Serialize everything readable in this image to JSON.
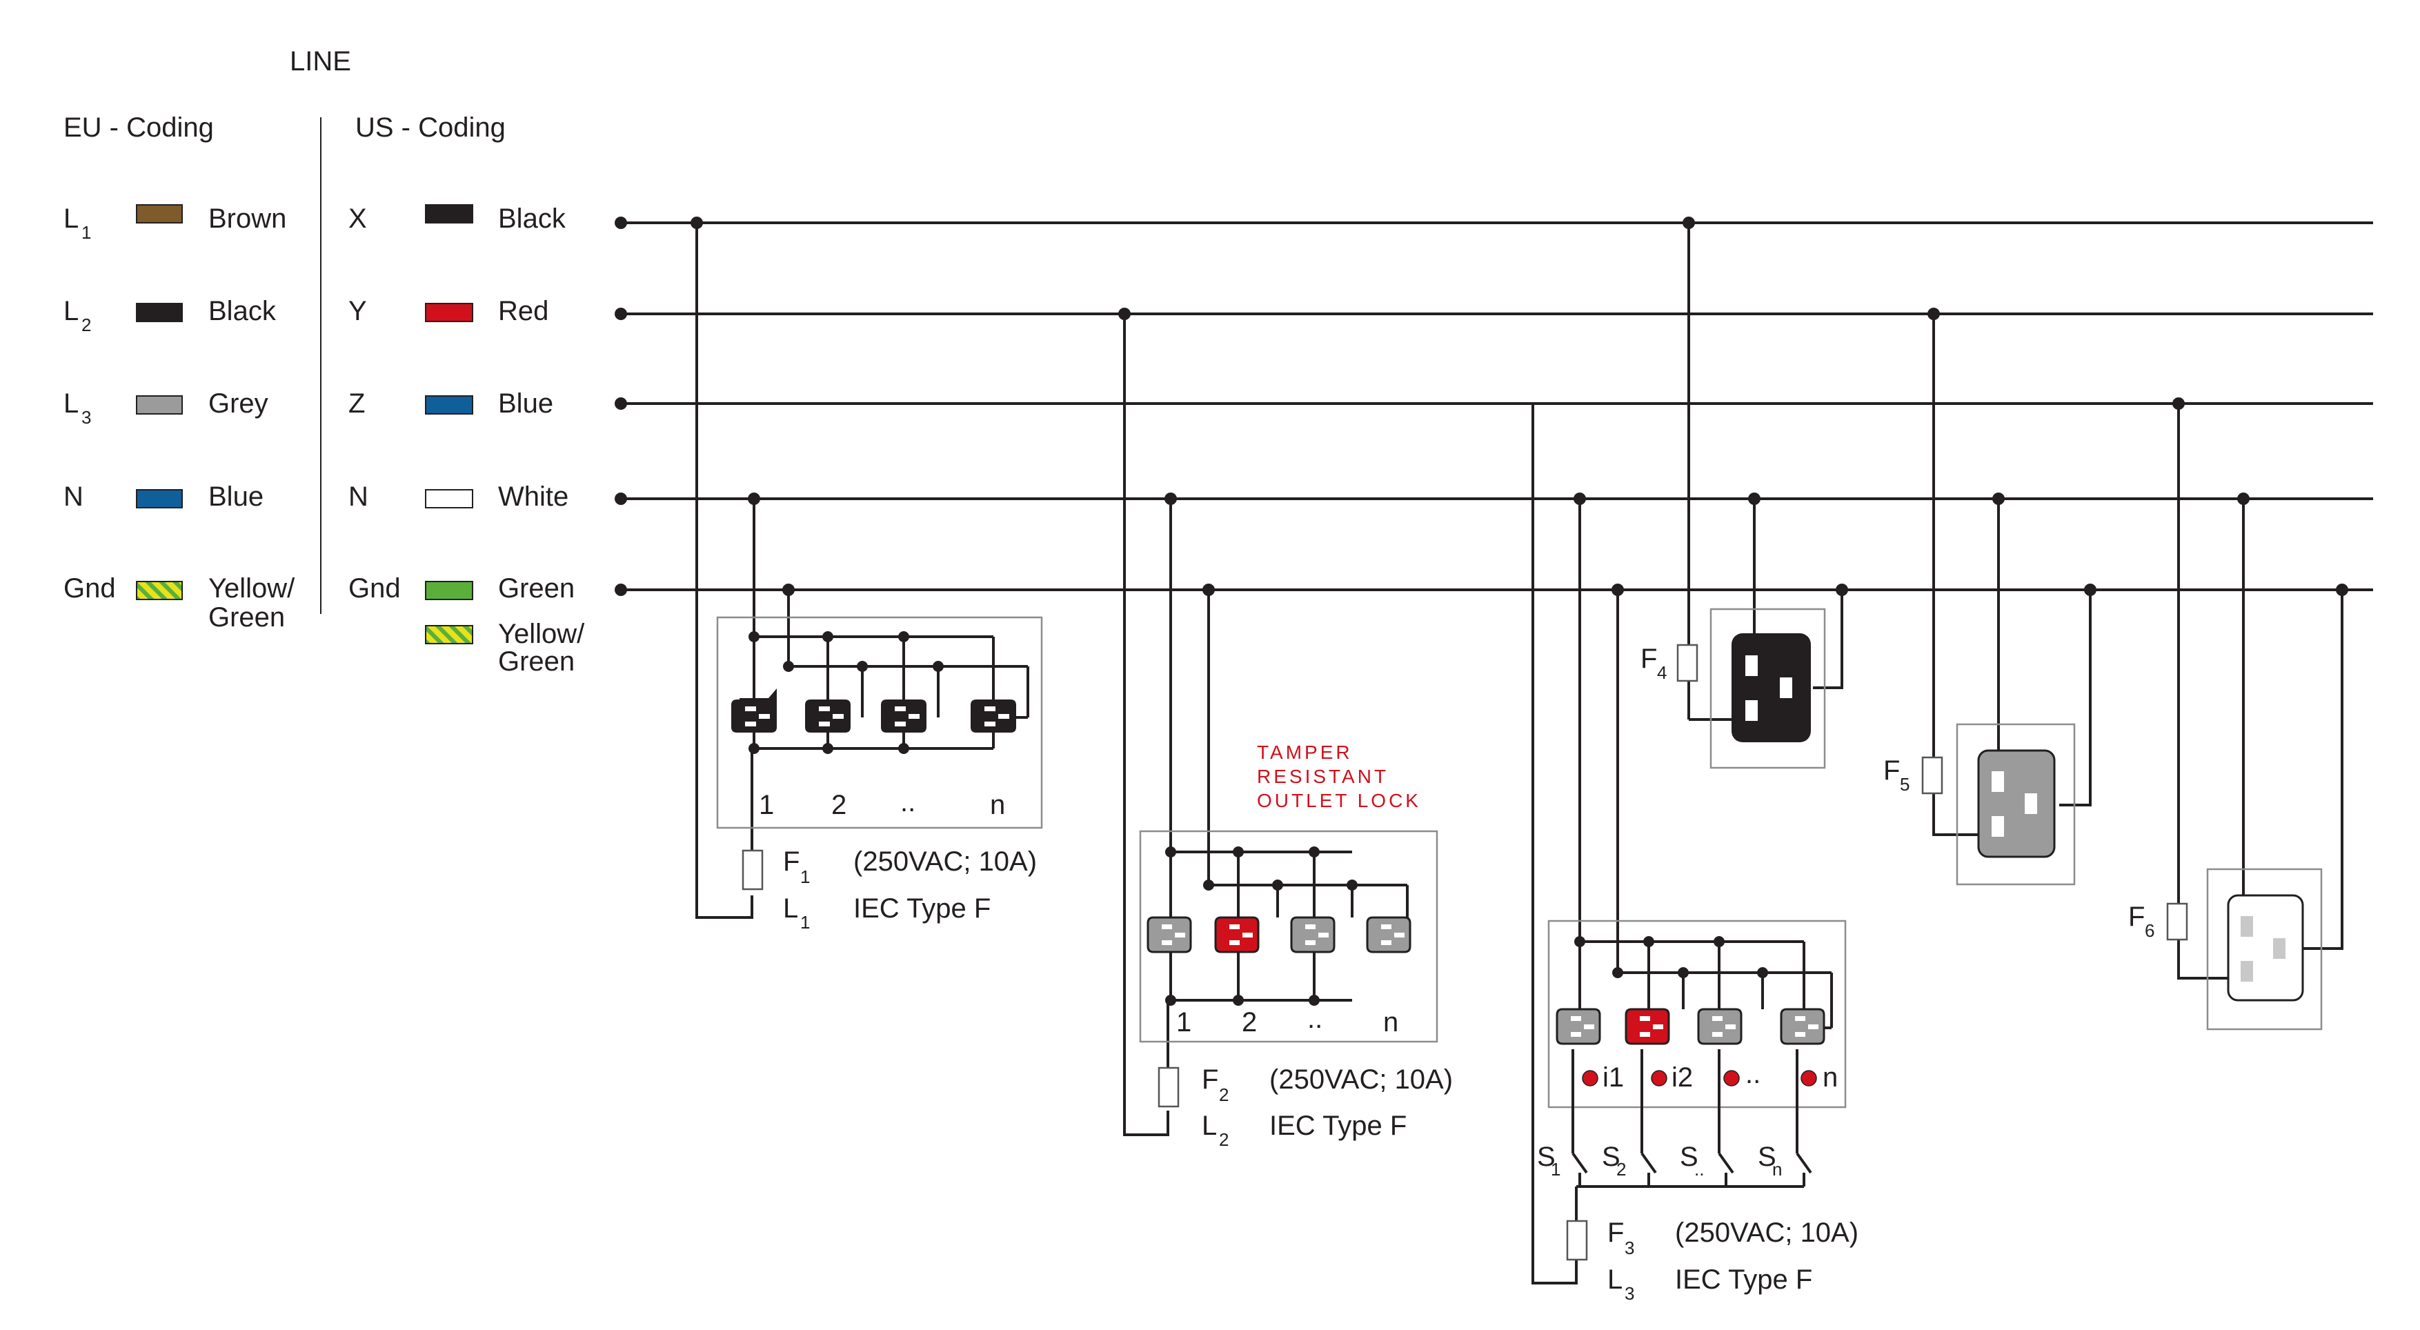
{
  "legend": {
    "title": "LINE",
    "eu_title": "EU - Coding",
    "us_title": "US - Coding",
    "eu_rows": [
      {
        "sym": "L",
        "sub": "1",
        "color": "#7f5a2b",
        "name": "Brown"
      },
      {
        "sym": "L",
        "sub": "2",
        "color": "#231f20",
        "name": "Black"
      },
      {
        "sym": "L",
        "sub": "3",
        "color": "#9b9b9b",
        "name": "Grey"
      },
      {
        "sym": "N",
        "sub": "",
        "color": "#0f5f9a",
        "name": "Blue"
      },
      {
        "sym": "Gnd",
        "sub": "",
        "color": "stripe",
        "name": "Yellow/",
        "name2": "Green"
      }
    ],
    "us_rows": [
      {
        "sym": "X",
        "color": "#231f20",
        "name": "Black"
      },
      {
        "sym": "Y",
        "color": "#d0111b",
        "name": "Red"
      },
      {
        "sym": "Z",
        "color": "#0f5f9a",
        "name": "Blue"
      },
      {
        "sym": "N",
        "color": "#ffffff",
        "name": "White"
      },
      {
        "sym": "Gnd",
        "color": "#5aaf3a",
        "name": "Green"
      }
    ],
    "us_extra": {
      "color": "stripe",
      "name": "Yellow/",
      "name2": "Green"
    }
  },
  "groups": {
    "g1": {
      "fuse": "F",
      "fuse_sub": "1",
      "rating": "(250VAC; 10A)",
      "line": "L",
      "line_sub": "1",
      "type": "IEC Type F",
      "labels": [
        "1",
        "2",
        "..",
        "n"
      ]
    },
    "g2": {
      "fuse": "F",
      "fuse_sub": "2",
      "rating": "(250VAC; 10A)",
      "line": "L",
      "line_sub": "2",
      "type": "IEC Type F",
      "labels": [
        "1",
        "2",
        "..",
        "n"
      ],
      "tamper": [
        "TAMPER",
        "RESISTANT",
        "OUTLET LOCK"
      ]
    },
    "g3": {
      "fuse": "F",
      "fuse_sub": "3",
      "rating": "(250VAC; 10A)",
      "line": "L",
      "line_sub": "3",
      "type": "IEC Type F",
      "labels": [
        "i1",
        "i2",
        "..",
        "n"
      ],
      "switches": [
        {
          "s": "S",
          "sub": "1"
        },
        {
          "s": "S",
          "sub": "2"
        },
        {
          "s": "S",
          "sub": ".."
        },
        {
          "s": "S",
          "sub": "n"
        }
      ]
    },
    "f4": {
      "fuse": "F",
      "fuse_sub": "4"
    },
    "f5": {
      "fuse": "F",
      "fuse_sub": "5"
    },
    "f6": {
      "fuse": "F",
      "fuse_sub": "6"
    }
  },
  "colors": {
    "wire": "#231f20",
    "black_outlet": "#231f20",
    "grey_outlet": "#9b9b9b",
    "red_outlet": "#d0111b",
    "box": "#8c8c8c",
    "accent_red": "#d0111b"
  }
}
